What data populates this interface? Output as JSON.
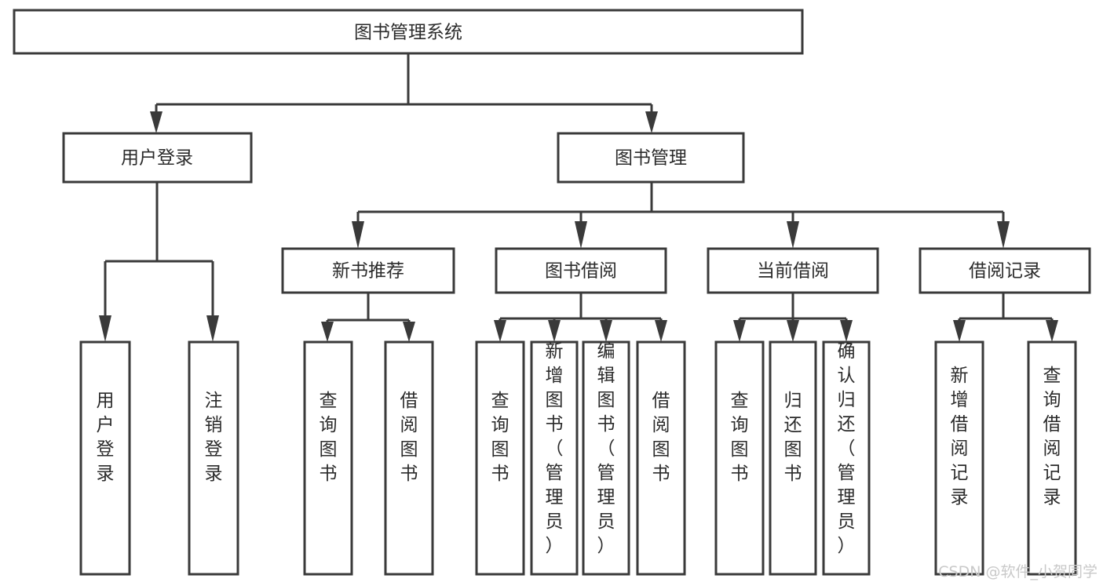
{
  "diagram": {
    "type": "tree-hierarchy-chart",
    "title": "图书管理系统",
    "root": {
      "id": "root",
      "label": "图书管理系统"
    },
    "level2": [
      {
        "id": "user-login",
        "label": "用户登录"
      },
      {
        "id": "book-manage",
        "label": "图书管理"
      }
    ],
    "level3": [
      {
        "id": "new-book-recommend",
        "label": "新书推荐",
        "parent": "book-manage"
      },
      {
        "id": "book-borrow",
        "label": "图书借阅",
        "parent": "book-manage"
      },
      {
        "id": "current-borrow",
        "label": "当前借阅",
        "parent": "book-manage"
      },
      {
        "id": "borrow-record",
        "label": "借阅记录",
        "parent": "book-manage"
      }
    ],
    "leaves": {
      "user-login": [
        {
          "id": "leaf-user-login",
          "label": "用户登录"
        },
        {
          "id": "leaf-user-logout",
          "label": "注销登录"
        }
      ],
      "new-book-recommend": [
        {
          "id": "leaf-query-book-1",
          "label": "查询图书"
        },
        {
          "id": "leaf-borrow-book-1",
          "label": "借阅图书"
        }
      ],
      "book-borrow": [
        {
          "id": "leaf-query-book-2",
          "label": "查询图书"
        },
        {
          "id": "leaf-add-book",
          "label": "新增图书（管理员）"
        },
        {
          "id": "leaf-edit-book",
          "label": "编辑图书（管理员）"
        },
        {
          "id": "leaf-borrow-book-2",
          "label": "借阅图书"
        }
      ],
      "current-borrow": [
        {
          "id": "leaf-query-book-3",
          "label": "查询图书"
        },
        {
          "id": "leaf-return-book",
          "label": "归还图书"
        },
        {
          "id": "leaf-confirm-return",
          "label": "确认归还（管理员）"
        }
      ],
      "borrow-record": [
        {
          "id": "leaf-add-record",
          "label": "新增借阅记录"
        },
        {
          "id": "leaf-query-record",
          "label": "查询借阅记录"
        }
      ]
    }
  },
  "watermark": {
    "text": "CSDN @软件_小贺同学"
  },
  "colors": {
    "stroke": "#3a3a3a",
    "box_fill": "#ffffff",
    "text": "#2b2b2b",
    "watermark": "#c9c9c9",
    "background": "#ffffff"
  }
}
